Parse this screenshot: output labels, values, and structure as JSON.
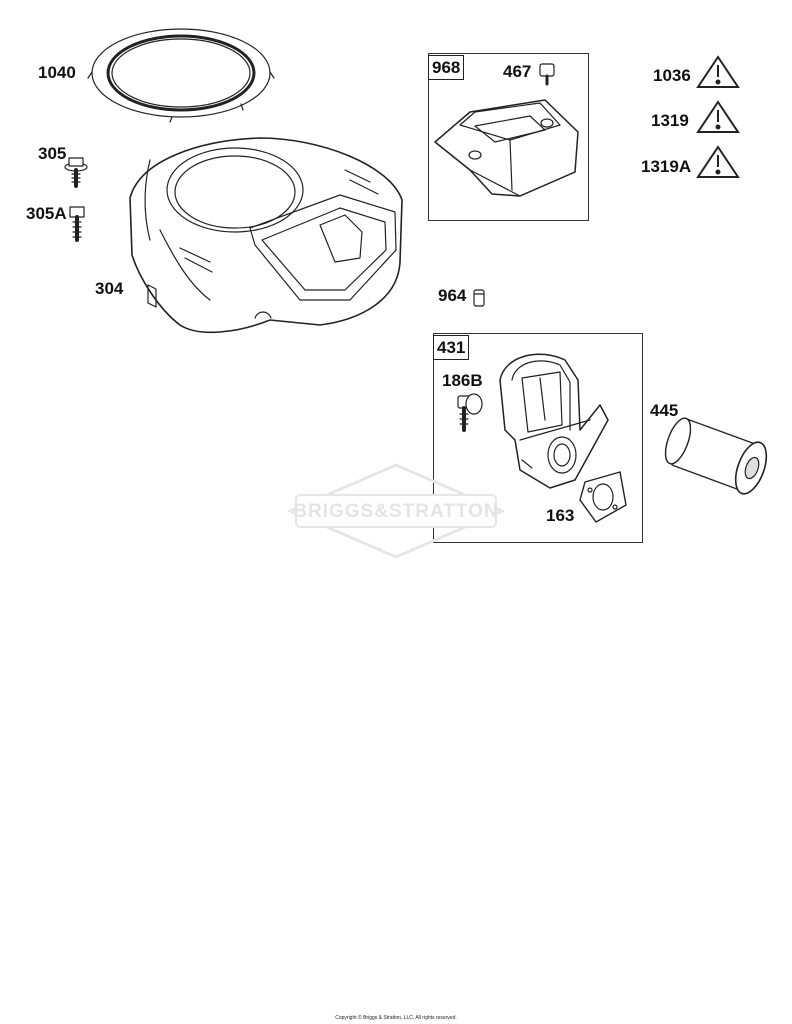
{
  "parts": {
    "ring": "1040",
    "screw": "305",
    "screw_alt": "305A",
    "housing": "304",
    "cover_kit": "968",
    "cover_fastener": "467",
    "warning_a": "1036",
    "warning_b": "1319",
    "warning_c": "1319A",
    "spacer": "964",
    "air_cleaner_kit": "431",
    "elbow_screw": "186B",
    "gasket": "163",
    "filter": "445"
  },
  "watermark": "BRIGGS&STRATTON",
  "copyright": "Copyright © Briggs & Stratton, LLC. All rights reserved.",
  "icons": [
    "warning-triangle-icon"
  ]
}
